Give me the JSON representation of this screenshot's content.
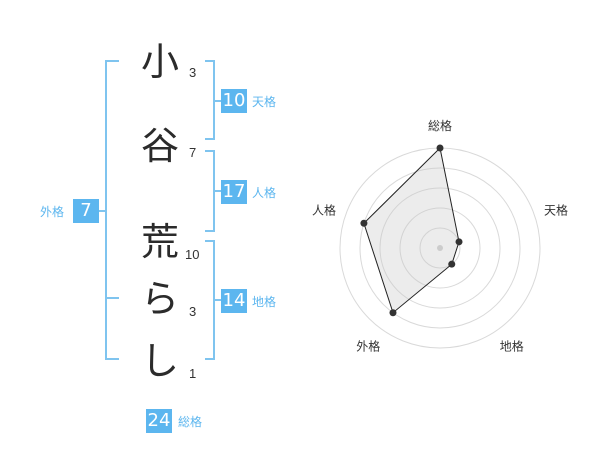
{
  "name": {
    "chars": [
      {
        "char": "小",
        "strokes": "3"
      },
      {
        "char": "谷",
        "strokes": "7"
      },
      {
        "char": "荒",
        "strokes": "10"
      },
      {
        "char": "ら",
        "strokes": "3"
      },
      {
        "char": "し",
        "strokes": "1"
      }
    ]
  },
  "scores": {
    "tenkaku": {
      "value": "10",
      "label": "天格"
    },
    "jinkaku": {
      "value": "17",
      "label": "人格"
    },
    "chikaku": {
      "value": "14",
      "label": "地格"
    },
    "gaikaku": {
      "value": "7",
      "label": "外格"
    },
    "soukaku": {
      "value": "24",
      "label": "総格"
    }
  },
  "chart_data": {
    "type": "radar",
    "axes": [
      "総格",
      "天格",
      "地格",
      "外格",
      "人格"
    ],
    "values": [
      5,
      1,
      1,
      4,
      4
    ],
    "max": 5,
    "rings": 5
  }
}
